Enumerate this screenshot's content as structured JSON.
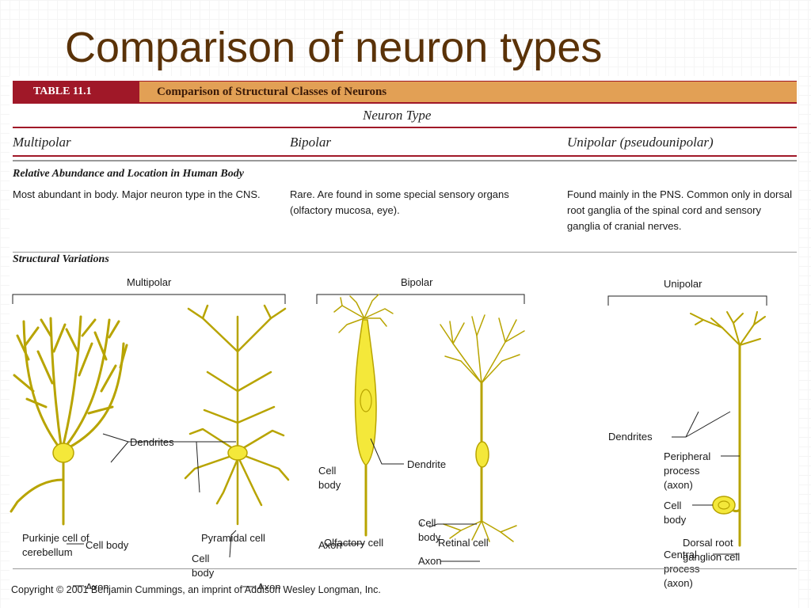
{
  "slide": {
    "title": "Comparison of neuron types"
  },
  "table": {
    "label": "TABLE 11.1",
    "title": "Comparison of Structural Classes of Neurons",
    "neuron_type_header": "Neuron Type",
    "columns": [
      "Multipolar",
      "Bipolar",
      "Unipolar (pseudounipolar)"
    ],
    "sections": {
      "abundance": {
        "title": "Relative Abundance and Location in Human Body",
        "cells": [
          "Most abundant in body. Major neuron type in the CNS.",
          "Rare. Are found in some special sensory organs (olfactory mucosa, eye).",
          "Found mainly in the PNS. Common only in dorsal root ganglia of the spinal cord and sensory ganglia of cranial nerves."
        ]
      },
      "structural": {
        "title": "Structural Variations"
      }
    }
  },
  "diagram": {
    "group_labels": {
      "multipolar": "Multipolar",
      "bipolar": "Bipolar",
      "unipolar": "Unipolar"
    },
    "labels": {
      "dendrites_multi": "Dendrites",
      "cell_body_purkinje": "Cell body",
      "axon_purkinje": "Axon",
      "cell_pyramidal": "Cell",
      "body_pyramidal": "body",
      "axon_pyramidal": "Axon",
      "cell_olfactory": "Cell",
      "body_olfactory": "body",
      "dendrite_bipolar": "Dendrite",
      "axon_olfactory": "Axon",
      "cell_retinal": "Cell",
      "body_retinal": "body",
      "axon_retinal": "Axon",
      "dendrites_uni": "Dendrites",
      "peripheral_1": "Peripheral",
      "peripheral_2": "process",
      "peripheral_3": "(axon)",
      "cell_uni": "Cell",
      "body_uni": "body",
      "central_1": "Central",
      "central_2": "process",
      "central_3": "(axon)"
    },
    "captions": {
      "purkinje_1": "Purkinje cell of",
      "purkinje_2": "cerebellum",
      "pyramidal": "Pyramidal cell",
      "olfactory": "Olfactory cell",
      "retinal": "Retinal cell",
      "dorsal_1": "Dorsal root",
      "dorsal_2": "ganglion cell"
    }
  },
  "copyright": "Copyright © 2001 Benjamin Cummings, an imprint of Addison Wesley Longman, Inc.",
  "colors": {
    "title": "#5a3208",
    "band": "#e2a055",
    "accent": "#a01828",
    "neuron": "#f4e83a"
  }
}
